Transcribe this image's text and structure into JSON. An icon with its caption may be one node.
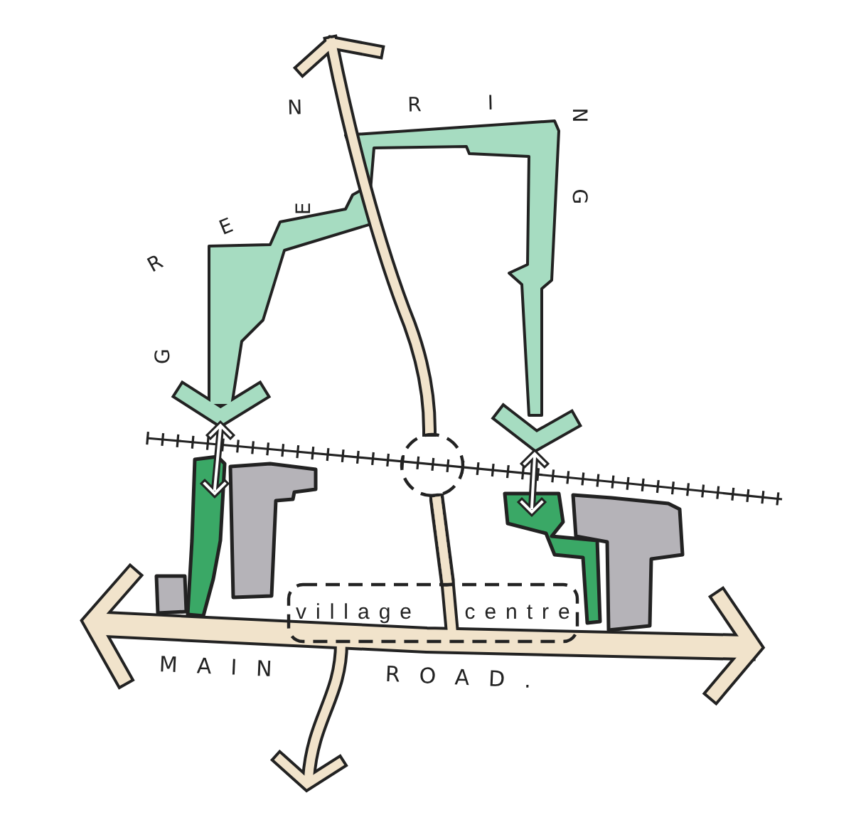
{
  "diagram": {
    "nodes": [
      {
        "text": [
          "village centre"
        ]
      },
      {
        "text": [],
        "shape": "circle"
      }
    ],
    "edges": [
      {
        "from": 1,
        "to": 0,
        "arrow": "none"
      }
    ],
    "labels": [
      "GREEN RING",
      "MAIN ROAD."
    ]
  }
}
